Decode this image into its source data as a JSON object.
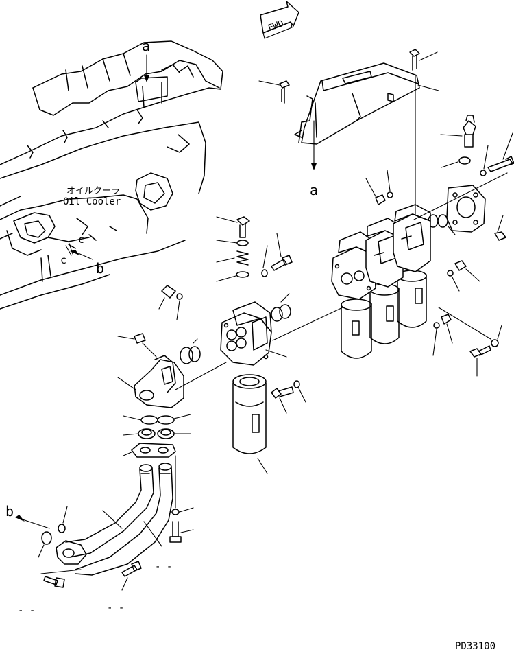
{
  "fwd_label": "FWD",
  "ref_a": "a",
  "ref_b": "b",
  "ref_c": "c",
  "oil_cooler_jp": "オイルクーラ",
  "oil_cooler_en": "Oil Cooler",
  "drawing_code": "PD33100",
  "dash_marks": "- -"
}
